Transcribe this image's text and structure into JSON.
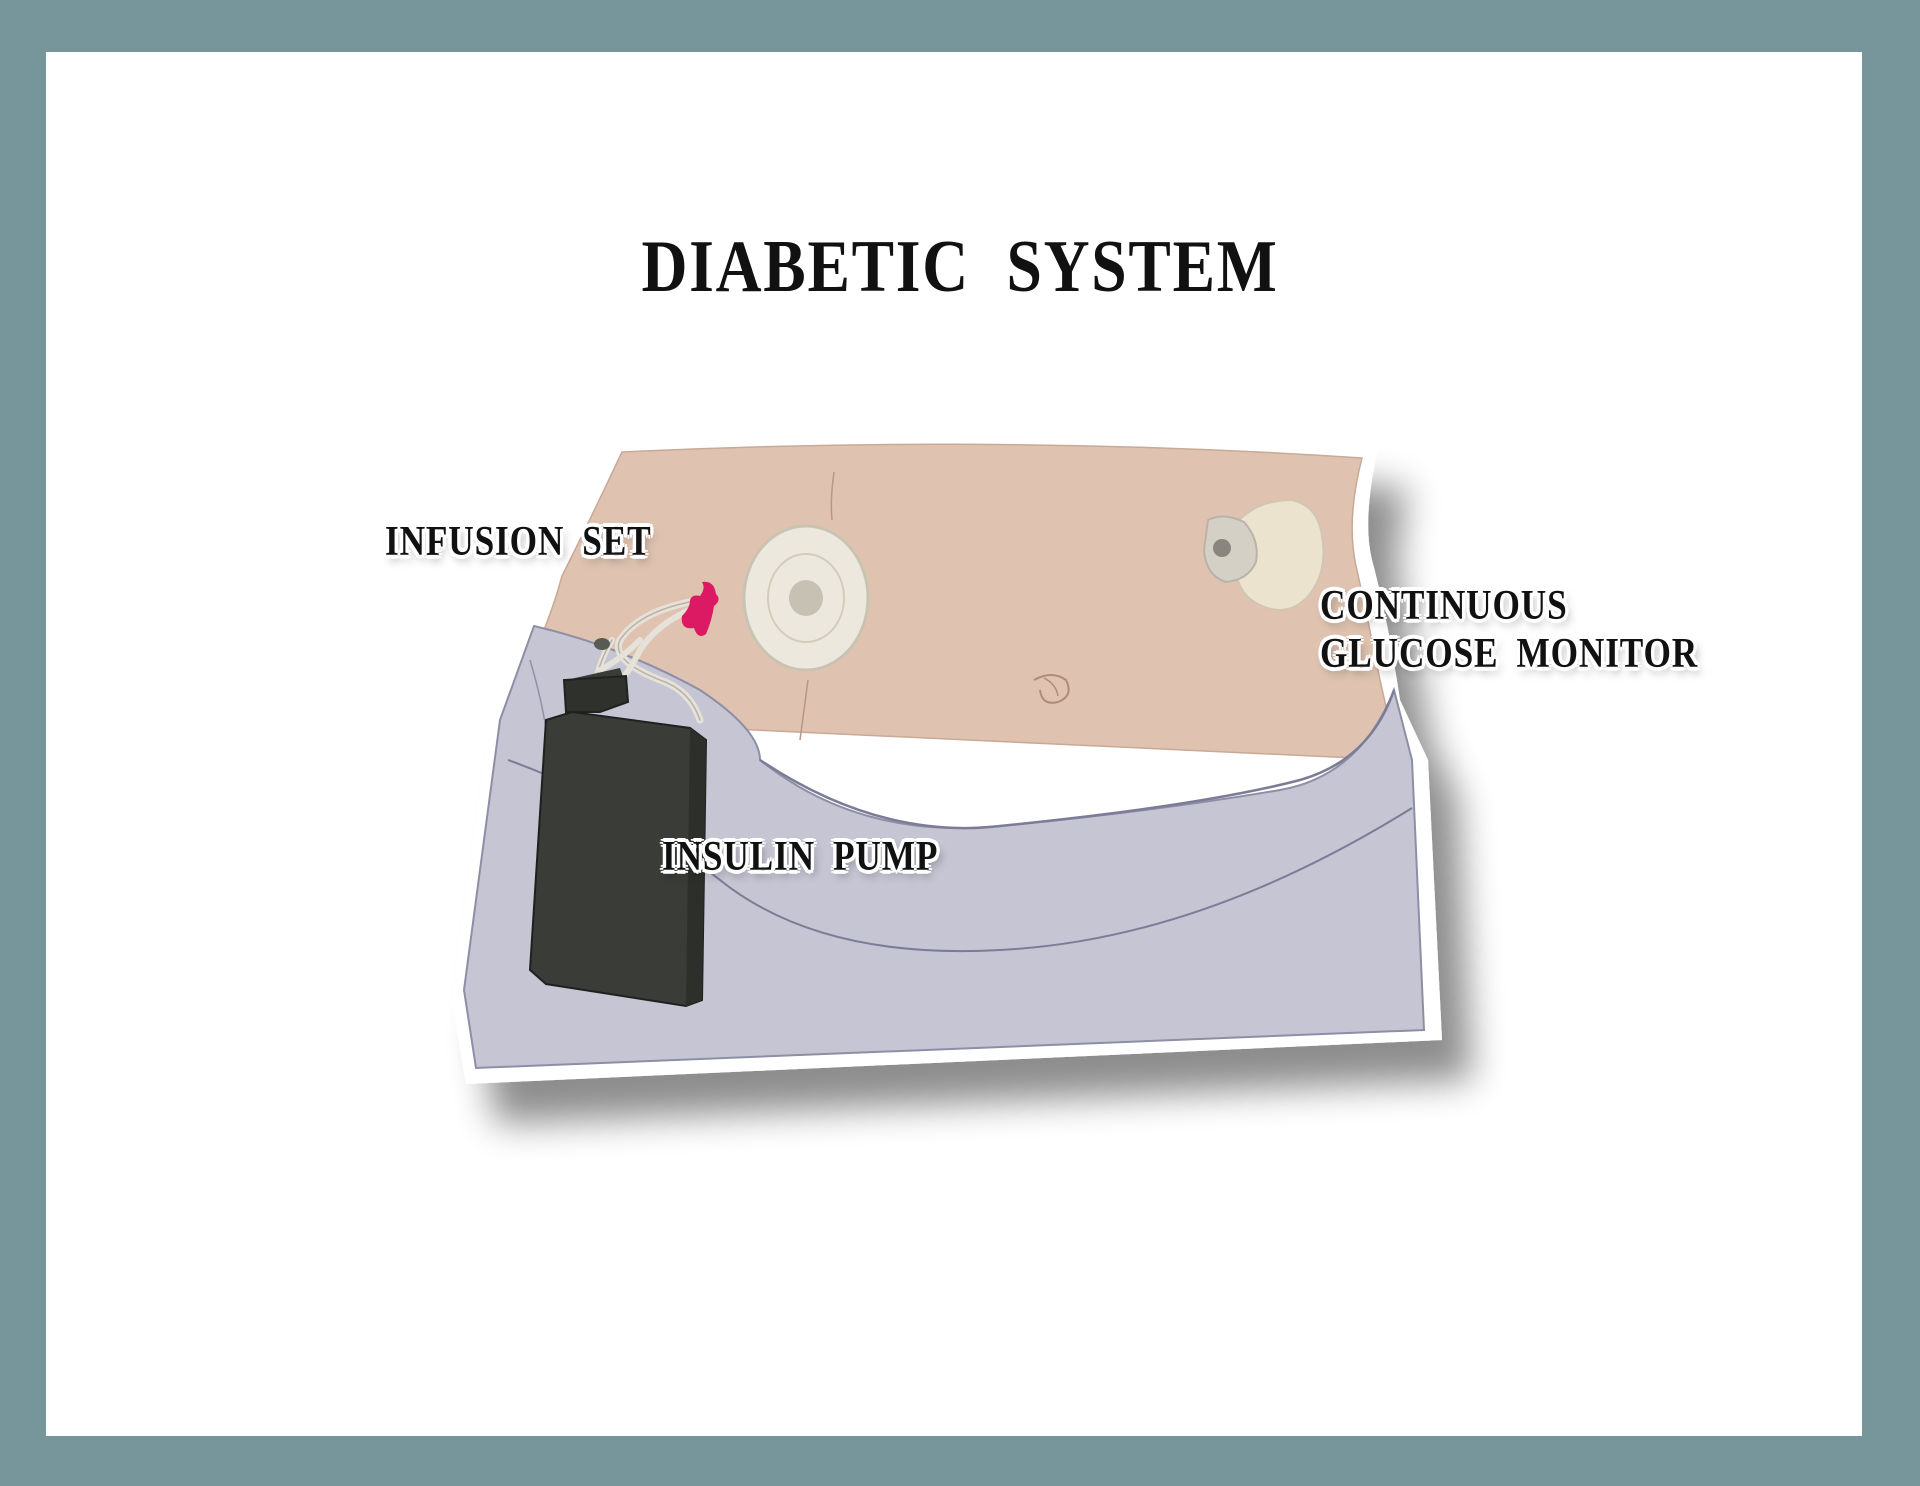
{
  "title": "DIABETIC SYSTEM",
  "labels": {
    "infusion_set": "INFUSION SET",
    "insulin_pump": "INSULIN PUMP",
    "cgm_line1": "CONTINUOUS",
    "cgm_line2": "GLUCOSE MONITOR"
  },
  "colors": {
    "frame": "#76969c",
    "panel": "#ffffff",
    "skin": "#dfc3b0",
    "pants": "#c5c5d3",
    "pump": "#3a3c38",
    "patch": "#ece8de",
    "infusion_connector": "#dc1a63"
  }
}
